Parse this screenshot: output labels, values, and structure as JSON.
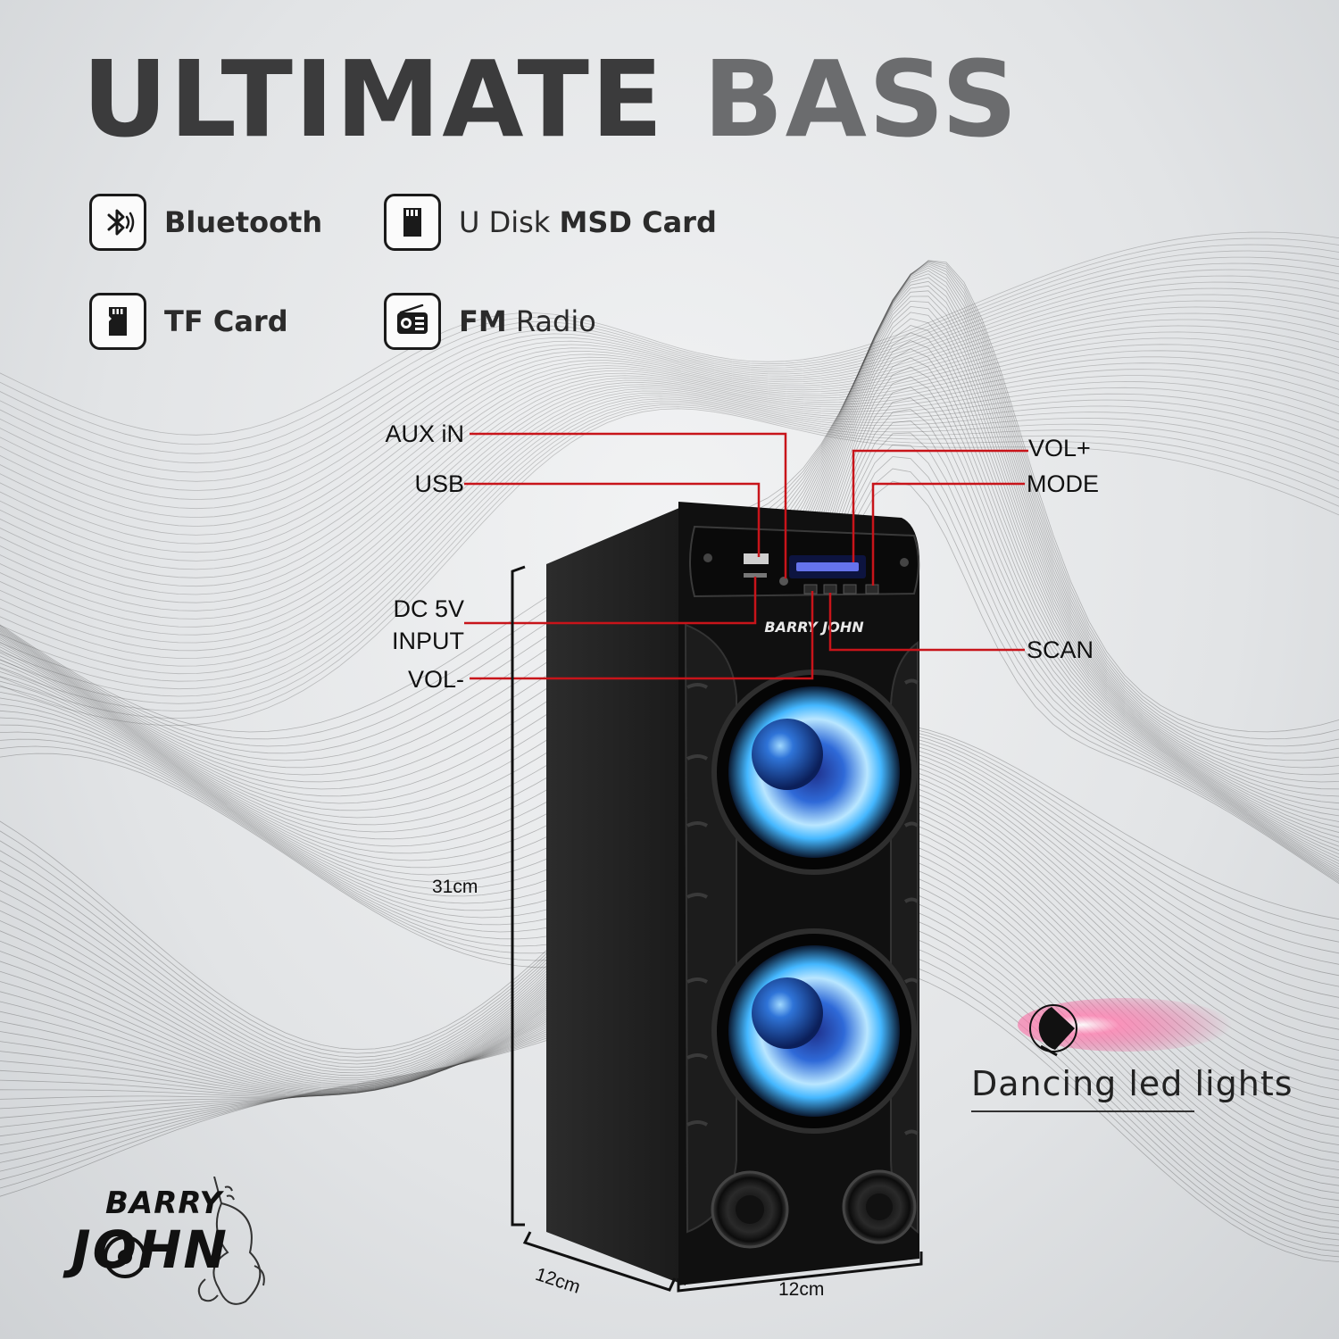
{
  "headline": {
    "part1": "ULTIMATE",
    "part2": "BASS"
  },
  "features": [
    {
      "icon": "bluetooth-icon",
      "bold": "Bluetooth",
      "normal": ""
    },
    {
      "icon": "sd-card-icon",
      "normal_prefix": "U Disk",
      "bold": "MSD Card"
    },
    {
      "icon": "tf-card-icon",
      "bold": "TF Card",
      "normal": ""
    },
    {
      "icon": "radio-icon",
      "bold": "FM",
      "normal": "Radio"
    }
  ],
  "callouts": {
    "aux_in": "AUX iN",
    "usb": "USB",
    "dc_line1": "DC 5V",
    "dc_line2": "INPUT",
    "vol_minus": "VOL-",
    "vol_plus": "VOL+",
    "mode": "MODE",
    "scan": "SCAN"
  },
  "dimensions": {
    "height": "31cm",
    "depth": "12cm",
    "width": "12cm"
  },
  "led": {
    "label": "Dancing led lights"
  },
  "brand": {
    "line1": "BARRY",
    "line2": "JOHN"
  },
  "colors": {
    "callout_line": "#c8141a",
    "led_glow": "#e63c82",
    "speaker_glow": "#3fb6ff"
  }
}
